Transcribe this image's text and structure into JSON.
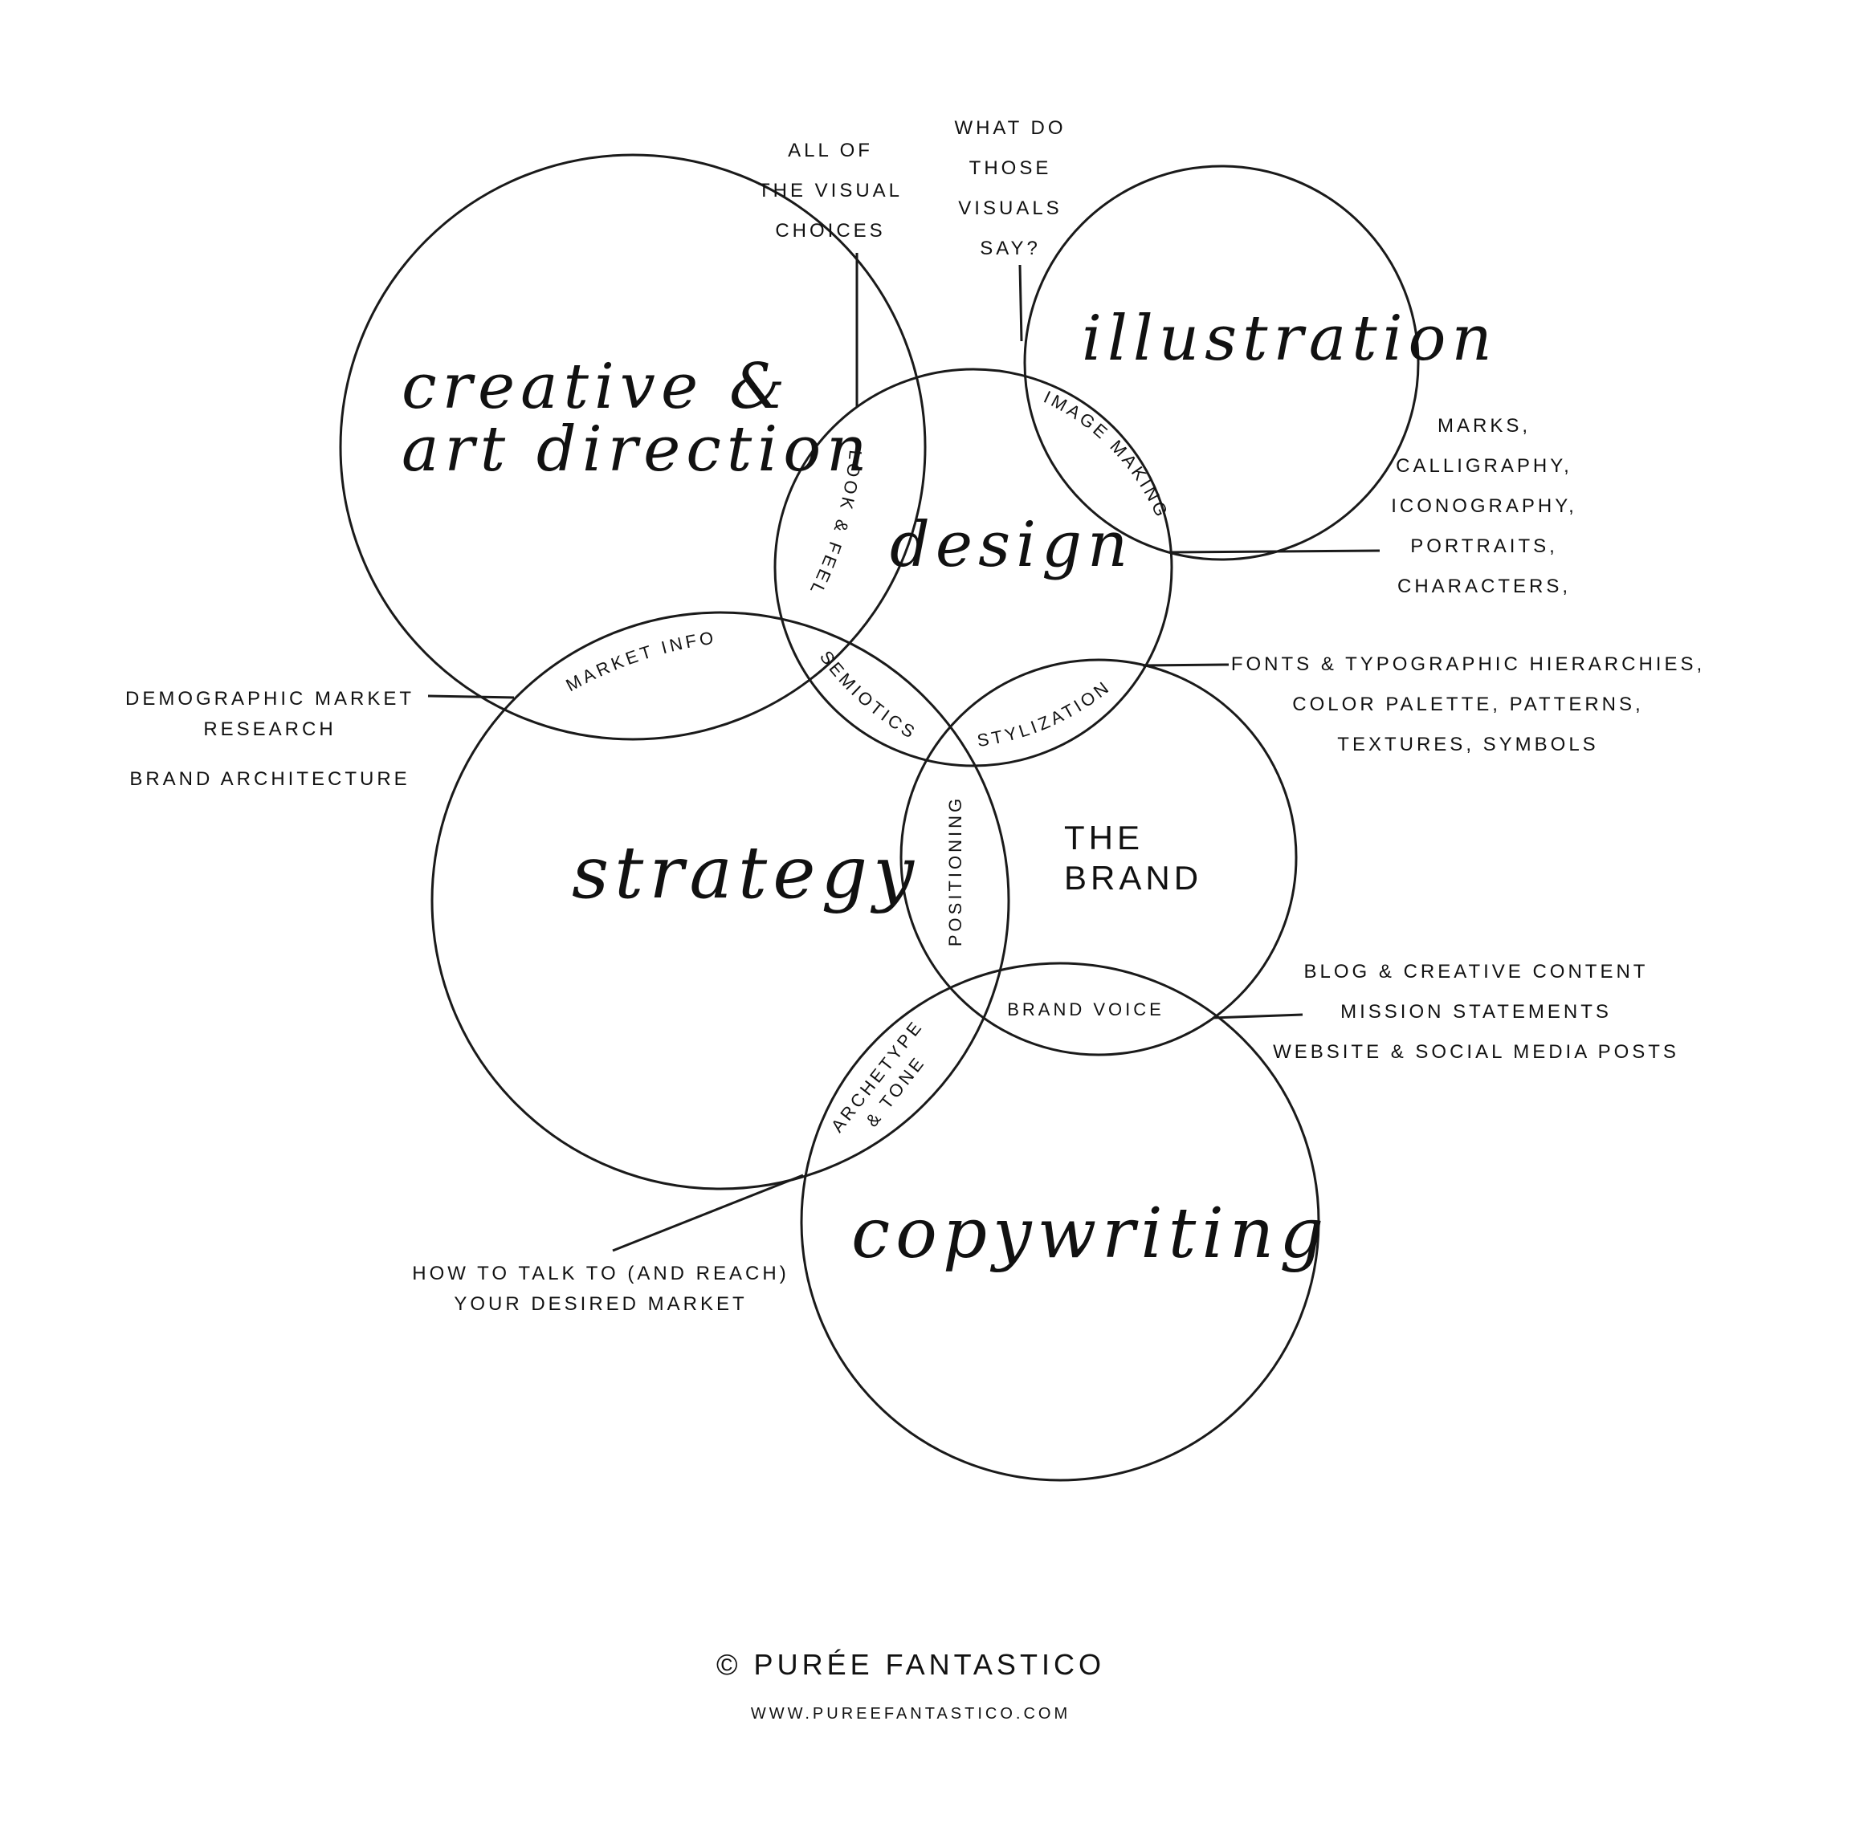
{
  "circles": {
    "creative": "creative &",
    "creative_line2": "art direction",
    "illustration": "illustration",
    "design": "design",
    "strategy": "strategy",
    "copywriting": "copywriting",
    "brand_line1": "THE",
    "brand_line2": "BRAND"
  },
  "overlaps": {
    "look_feel": "LOOK & FEEL",
    "image_making": "IMAGE MAKING",
    "market_info": "MARKET INFO",
    "semiotics": "SEMIOTICS",
    "stylization": "STYLIZATION",
    "positioning": "POSITIONING",
    "brand_voice": "BRAND VOICE",
    "archetype_line1": "ARCHETYPE",
    "archetype_line2": "& TONE"
  },
  "annotations": {
    "visual_choices": [
      "ALL OF",
      "THE VISUAL",
      "CHOICES"
    ],
    "visuals_say": [
      "WHAT DO",
      "THOSE",
      "VISUALS",
      "SAY?"
    ],
    "illustration_types": [
      "MARKS,",
      "CALLIGRAPHY,",
      "ICONOGRAPHY,",
      "PORTRAITS,",
      "CHARACTERS,"
    ],
    "typography": [
      "FONTS & TYPOGRAPHIC HIERARCHIES,",
      "COLOR PALETTE, PATTERNS,",
      "TEXTURES, SYMBOLS"
    ],
    "market_research": [
      "DEMOGRAPHIC MARKET",
      "RESEARCH"
    ],
    "brand_architecture": "BRAND ARCHITECTURE",
    "content": [
      "BLOG & CREATIVE CONTENT",
      "MISSION STATEMENTS",
      "WEBSITE & SOCIAL MEDIA POSTS"
    ],
    "talk_market": [
      "HOW TO TALK TO (AND REACH)",
      "YOUR DESIRED MARKET"
    ]
  },
  "footer": {
    "title": "© PURÉE FANTASTICO",
    "url": "WWW.PUREEFANTASTICO.COM"
  }
}
